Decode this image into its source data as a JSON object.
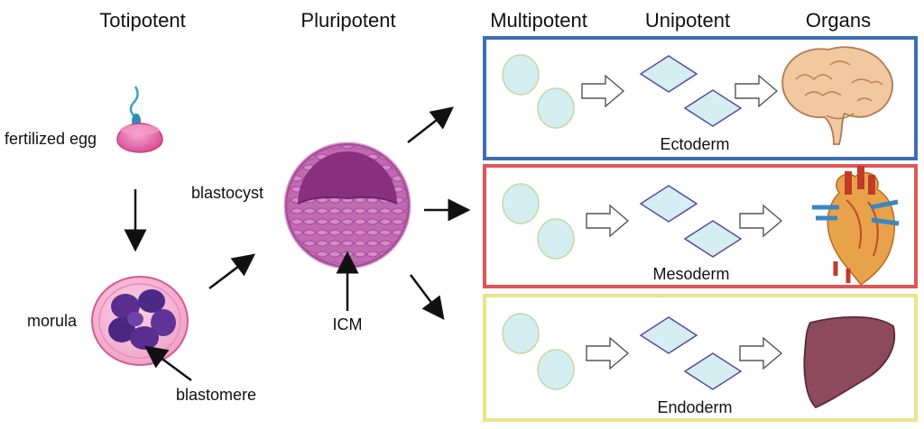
{
  "headers": {
    "totipotent": "Totipotent",
    "pluripotent": "Pluripotent",
    "multipotent": "Multipotent",
    "unipotent": "Unipotent",
    "organs": "Organs"
  },
  "labels": {
    "fertilized_egg": "fertilized egg",
    "morula": "morula",
    "blastomere": "blastomere",
    "blastocyst": "blastocyst",
    "icm": "ICM"
  },
  "lineages": [
    {
      "name": "Ectoderm",
      "border_color": "#3f6db5",
      "organ": "brain-icon"
    },
    {
      "name": "Mesoderm",
      "border_color": "#e05555",
      "organ": "heart-icon"
    },
    {
      "name": "Endoderm",
      "border_color": "#ede38a",
      "organ": "liver-icon"
    }
  ],
  "colors": {
    "cell_fill": "#d4eef2",
    "multipotent_stroke": "#c8d7a0",
    "unipotent_stroke": "#5a4aa0",
    "embryo_pink": "#e16aa6",
    "blastocyst_purple": "#9a3d8e"
  }
}
